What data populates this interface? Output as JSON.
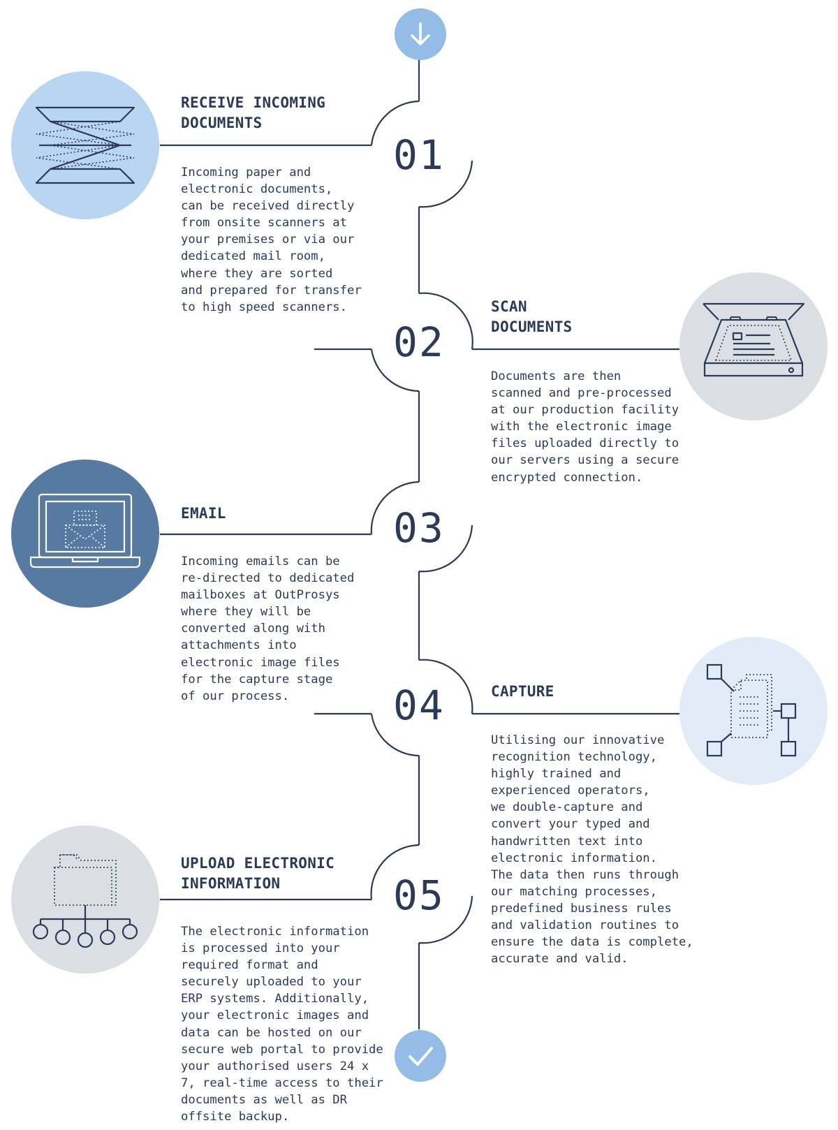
{
  "colors": {
    "line": "#2a3a58",
    "cap": "#93bde6",
    "circle_step1": "#b8d6f1",
    "circle_step2": "#dadfe3",
    "circle_step3": "#567aa2",
    "circle_step4": "#e1ecf8",
    "circle_step5": "#dadfe3"
  },
  "start_icon": "arrow-down-icon",
  "end_icon": "check-icon",
  "steps": [
    {
      "number": "01",
      "title": "RECEIVE INCOMING\nDOCUMENTS",
      "body": "Incoming paper and\nelectronic documents,\ncan be received directly\nfrom onsite scanners at\nyour premises or via our\ndedicated mail room,\nwhere they are sorted\nand prepared for transfer\nto high speed scanners.",
      "icon": "paper-stack-icon"
    },
    {
      "number": "02",
      "title": "SCAN\nDOCUMENTS",
      "body": "Documents are then\nscanned and pre-processed\nat our production facility\nwith the electronic image\nfiles uploaded directly to\nour servers using a secure\nencrypted connection.",
      "icon": "scanner-icon"
    },
    {
      "number": "03",
      "title": "EMAIL",
      "body": "Incoming emails can be\nre-directed to dedicated\nmailboxes at OutProsys\nwhere they will be\nconverted along with\nattachments into\nelectronic image files\nfor the capture stage\nof our process.",
      "icon": "laptop-email-icon"
    },
    {
      "number": "04",
      "title": "CAPTURE",
      "body": "Utilising our innovative\nrecognition technology,\nhighly trained and\nexperienced operators,\nwe double-capture and\nconvert your typed and\nhandwritten text into\nelectronic information.\nThe data then runs through\nour matching processes,\npredefined business rules\nand validation routines to\nensure the data is complete,\naccurate and valid.",
      "icon": "document-network-icon"
    },
    {
      "number": "05",
      "title": "UPLOAD ELECTRONIC\nINFORMATION",
      "body": "The electronic information\nis processed into your\nrequired format and\nsecurely uploaded to your\nERP systems. Additionally,\nyour electronic images and\ndata can be hosted on our\nsecure web portal to provide\nyour authorised users 24 x\n7, real-time access to their\ndocuments as well as DR\noffsite backup.",
      "icon": "folder-network-icon"
    }
  ]
}
